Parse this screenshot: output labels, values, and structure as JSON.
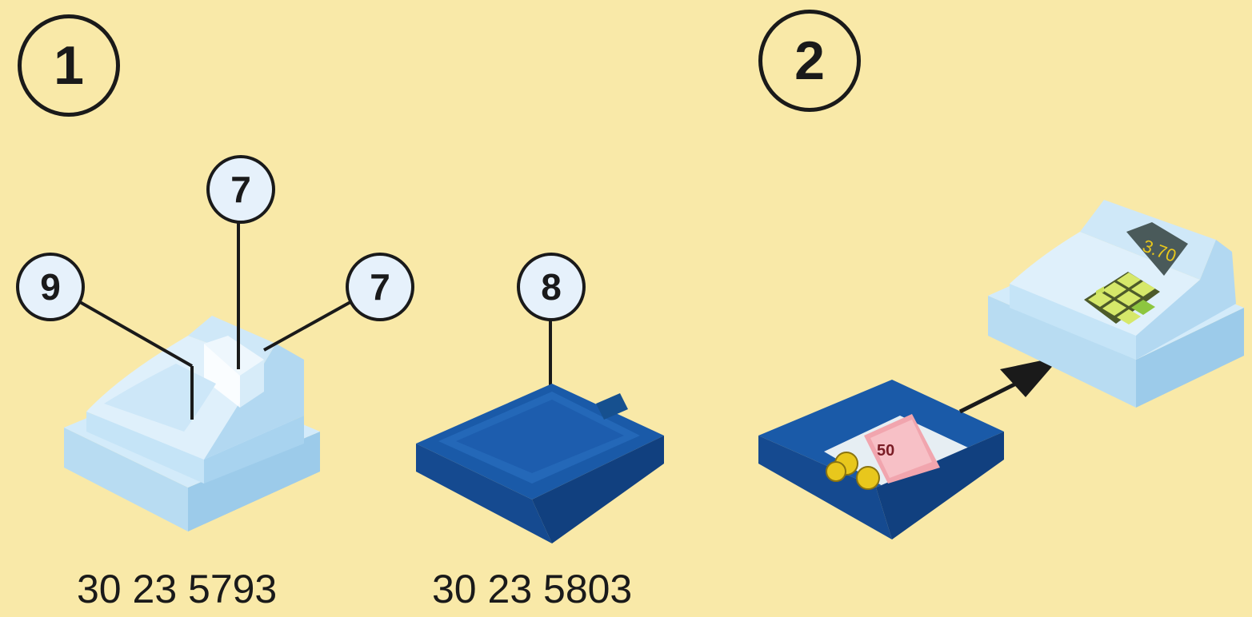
{
  "steps": {
    "step_1": "1",
    "step_2": "2"
  },
  "callouts": {
    "c9": "9",
    "c7a": "7",
    "c7b": "7",
    "c8": "8"
  },
  "part_numbers": {
    "register": "30 23 5793",
    "drawer": "30 23 5803"
  },
  "register_display": "3.70",
  "banknote_value": "50",
  "colors": {
    "background": "#f9e9a8",
    "register_light_blue": "#bfe0f4",
    "drawer_blue": "#1f5fae",
    "outline": "#1a1a1a"
  }
}
